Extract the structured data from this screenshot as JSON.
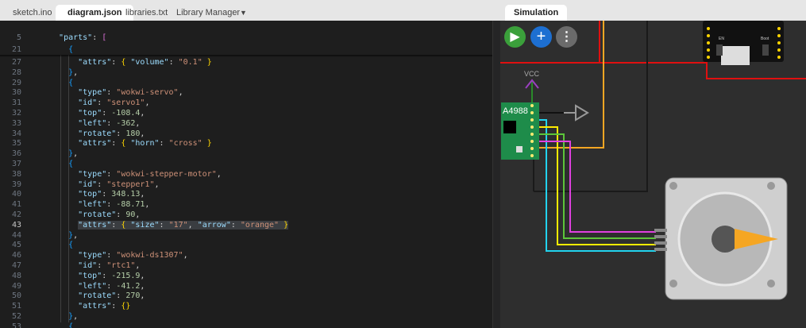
{
  "tabs": [
    {
      "label": "sketch.ino"
    },
    {
      "label": "diagram.json"
    },
    {
      "label": "libraries.txt"
    },
    {
      "label": "Library Manager"
    }
  ],
  "tab_menu_icon": "caret-down-icon",
  "sim_tab": {
    "label": "Simulation"
  },
  "sim_buttons": {
    "play": "play-icon",
    "add": "plus-icon",
    "more": "more-vertical-icon"
  },
  "sticky": [
    {
      "ln": "5",
      "html": "  <span class='k'>\"parts\"</span>: <span class='b1'>[</span>"
    },
    {
      "ln": "21",
      "html": "    <span class='b2'>{</span>"
    }
  ],
  "lines": [
    {
      "ln": "27",
      "html": "      <span class='k'>\"attrs\"</span>: <span class='b3'>{</span> <span class='k'>\"volume\"</span>: <span class='s'>\"0.1\"</span> <span class='b3'>}</span>"
    },
    {
      "ln": "28",
      "html": "    <span class='b2'>}</span>,"
    },
    {
      "ln": "29",
      "html": "    <span class='b2'>{</span>"
    },
    {
      "ln": "30",
      "html": "      <span class='k'>\"type\"</span>: <span class='s'>\"wokwi-servo\"</span>,"
    },
    {
      "ln": "31",
      "html": "      <span class='k'>\"id\"</span>: <span class='s'>\"servo1\"</span>,"
    },
    {
      "ln": "32",
      "html": "      <span class='k'>\"top\"</span>: <span class='n'>-108.4</span>,"
    },
    {
      "ln": "33",
      "html": "      <span class='k'>\"left\"</span>: <span class='n'>-362</span>,"
    },
    {
      "ln": "34",
      "html": "      <span class='k'>\"rotate\"</span>: <span class='n'>180</span>,"
    },
    {
      "ln": "35",
      "html": "      <span class='k'>\"attrs\"</span>: <span class='b3'>{</span> <span class='k'>\"horn\"</span>: <span class='s'>\"cross\"</span> <span class='b3'>}</span>"
    },
    {
      "ln": "36",
      "html": "    <span class='b2'>}</span>,"
    },
    {
      "ln": "37",
      "html": "    <span class='b2'>{</span>"
    },
    {
      "ln": "38",
      "html": "      <span class='k'>\"type\"</span>: <span class='s'>\"wokwi-stepper-motor\"</span>,"
    },
    {
      "ln": "39",
      "html": "      <span class='k'>\"id\"</span>: <span class='s'>\"stepper1\"</span>,"
    },
    {
      "ln": "40",
      "html": "      <span class='k'>\"top\"</span>: <span class='n'>348.13</span>,"
    },
    {
      "ln": "41",
      "html": "      <span class='k'>\"left\"</span>: <span class='n'>-88.71</span>,"
    },
    {
      "ln": "42",
      "html": "      <span class='k'>\"rotate\"</span>: <span class='n'>90</span>,"
    },
    {
      "ln": "43",
      "cur": true,
      "html": "      <span class='hl'><span class='k'>\"attrs\"</span>: <span class='b3'>{</span> <span class='k'>\"size\"</span>: <span class='s'>\"17\"</span>, <span class='k'>\"arrow\"</span>: <span class='s'>\"orange\"</span> <span class='b3'>}</span></span>"
    },
    {
      "ln": "44",
      "html": "    <span class='b2'>}</span>,"
    },
    {
      "ln": "45",
      "html": "    <span class='b2'>{</span>"
    },
    {
      "ln": "46",
      "html": "      <span class='k'>\"type\"</span>: <span class='s'>\"wokwi-ds1307\"</span>,"
    },
    {
      "ln": "47",
      "html": "      <span class='k'>\"id\"</span>: <span class='s'>\"rtc1\"</span>,"
    },
    {
      "ln": "48",
      "html": "      <span class='k'>\"top\"</span>: <span class='n'>-215.9</span>,"
    },
    {
      "ln": "49",
      "html": "      <span class='k'>\"left\"</span>: <span class='n'>-41.2</span>,"
    },
    {
      "ln": "50",
      "html": "      <span class='k'>\"rotate\"</span>: <span class='n'>270</span>,"
    },
    {
      "ln": "51",
      "html": "      <span class='k'>\"attrs\"</span>: <span class='b3'>{}</span>"
    },
    {
      "ln": "52",
      "html": "    <span class='b2'>}</span>,"
    },
    {
      "ln": "53",
      "html": "    <span class='b2'>{</span>"
    }
  ],
  "circuit": {
    "driver_label": "A4988",
    "vcc_label": "VCC",
    "board_labels": {
      "en": "EN",
      "boot": "Boot"
    }
  },
  "colors": {
    "play": "#3ba03b",
    "add": "#1d6fd1",
    "more": "#6b6b6b",
    "red": "#e01010",
    "orange": "#f5a623",
    "cyan": "#22d3ee",
    "yellow": "#ffeb00",
    "green": "#5cc63a",
    "magenta": "#e040e0",
    "board": "#1e8c4a"
  }
}
